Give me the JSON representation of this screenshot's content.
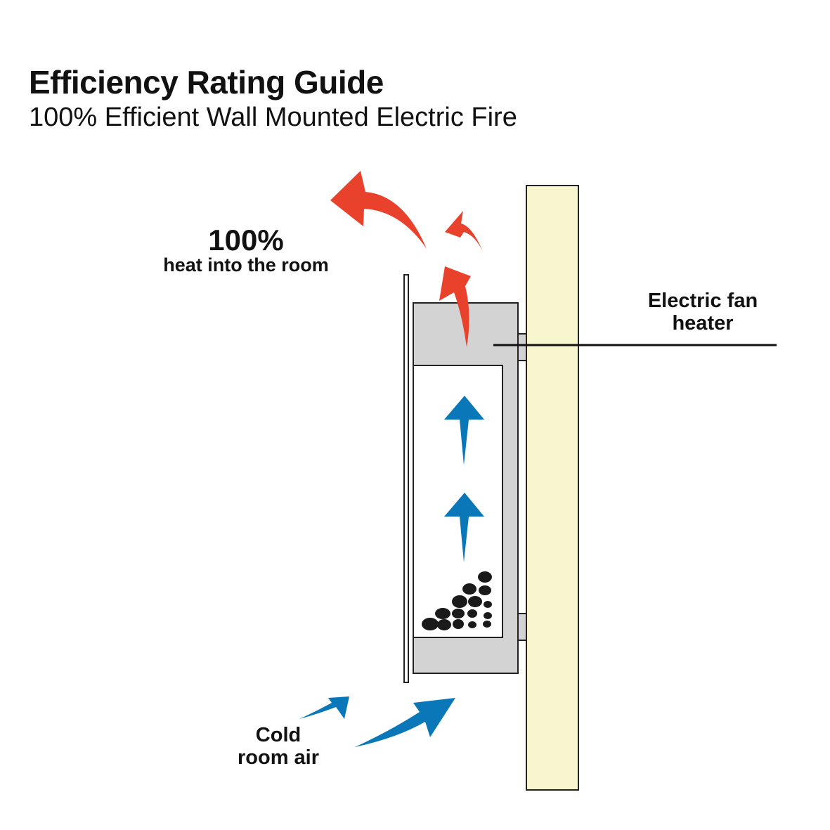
{
  "title": "Efficiency Rating Guide",
  "subtitle": "100% Efficient Wall Mounted Electric Fire",
  "labels": {
    "percent": "100%",
    "heat_into_room": "heat into the room",
    "fan_heater_line1": "Electric fan",
    "fan_heater_line2": "heater",
    "cold_air_line1": "Cold",
    "cold_air_line2": "room air"
  },
  "colors": {
    "hot_air_arrow": "#e8412c",
    "cold_air_arrow": "#0a78b8",
    "wall": "#f7f6cf",
    "heater_body": "#d3d3d3",
    "coals": "#1a1a1a"
  }
}
